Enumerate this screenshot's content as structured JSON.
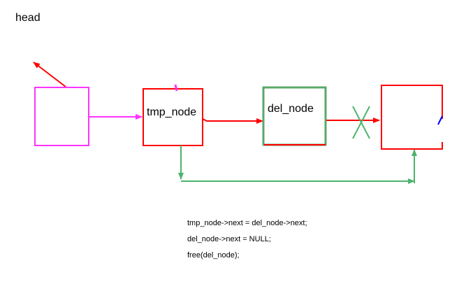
{
  "labels": {
    "head": "head",
    "tmp_node": "tmp_node",
    "del_node": "del_node"
  },
  "code": [
    "tmp_node->next = del_node->next;",
    "del_node->next = NULL;",
    "free(del_node);"
  ],
  "colors": {
    "head_node": "#ff33ff",
    "tmp_node": "#ff0000",
    "del_node_border": "#5aa86a",
    "del_node_bottom": "#ff0000",
    "next_node": "#ff0000",
    "pointer_arrow": "#ff0000",
    "new_link": "#4db36b",
    "removed_mark": "#4db36b",
    "blue_stub": "#0000ff"
  }
}
